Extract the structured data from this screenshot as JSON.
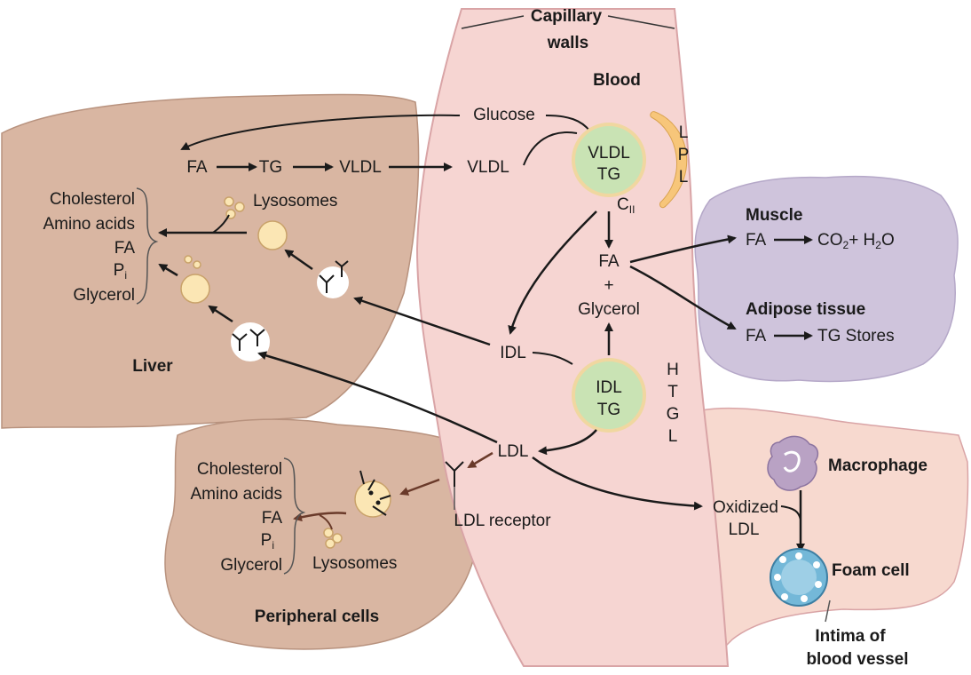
{
  "colors": {
    "liver_fill": "#d9b6a2",
    "liver_stroke": "#b8927e",
    "capillary_fill": "#f6d5d2",
    "capillary_stroke": "#d9a4a6",
    "muscle_fill": "#cfc4dc",
    "intima_fill": "#f7d9cf",
    "lipo_fill": "#c9e3b4",
    "lipo_stroke": "#f0d7a0",
    "lysosome_fill": "#fbe6b4",
    "lpl_fill": "#f7c67a",
    "macrophage_fill": "#b9a2c4",
    "foam_fill": "#74b8d8"
  },
  "labels": {
    "capillary": "Capillary",
    "walls": "walls",
    "blood": "Blood",
    "glucose": "Glucose",
    "liver_fa": "FA",
    "liver_tg": "TG",
    "liver_vldl": "VLDL",
    "blood_vldl": "VLDL",
    "lipo_vldl_1": "VLDL",
    "lipo_vldl_2": "TG",
    "cii_c": "C",
    "cii_sub": "II",
    "lpl_l1": "L",
    "lpl_p": "P",
    "lpl_l2": "L",
    "liver_lysosomes": "Lysosomes",
    "liver_products": [
      "Cholesterol",
      "Amino acids",
      "FA",
      "P",
      "Glycerol"
    ],
    "pi_sub": "i",
    "liver": "Liver",
    "fa_plus_glycerol": [
      "FA",
      "+",
      "Glycerol"
    ],
    "muscle": "Muscle",
    "muscle_fa": "FA",
    "muscle_products": "CO",
    "co2_sub": "2",
    "plus_h": "+ H",
    "h2o_sub": "2",
    "o": "O",
    "adipose": "Adipose tissue",
    "adipose_fa": "FA",
    "tg_stores": "TG Stores",
    "idl": "IDL",
    "lipo_idl_1": "IDL",
    "lipo_idl_2": "TG",
    "htgl": [
      "H",
      "T",
      "G",
      "L"
    ],
    "ldl": "LDL",
    "ldl_receptor": "LDL receptor",
    "peripheral_products": [
      "Cholesterol",
      "Amino acids",
      "FA",
      "P",
      "Glycerol"
    ],
    "peripheral_lysosomes": "Lysosomes",
    "peripheral_cells": "Peripheral cells",
    "macrophage": "Macrophage",
    "oxidized": "Oxidized",
    "oxidized_ldl": "LDL",
    "foam_cell": "Foam cell",
    "intima_1": "Intima of",
    "intima_2": "blood vessel"
  }
}
